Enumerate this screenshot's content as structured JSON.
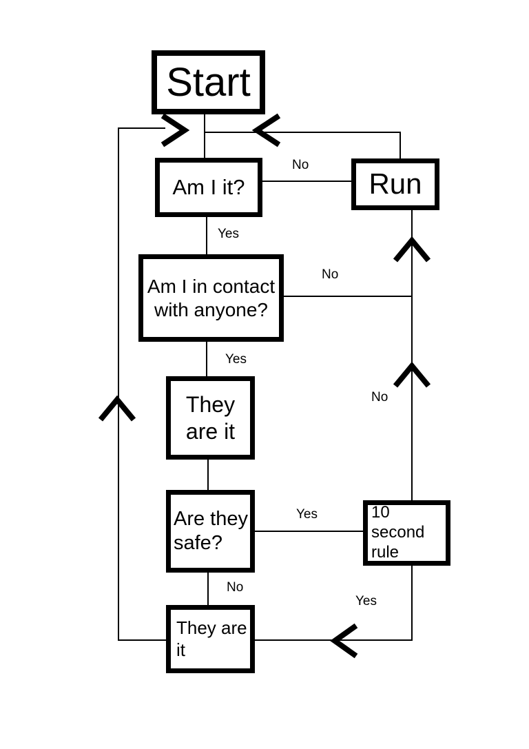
{
  "nodes": {
    "start": {
      "lines": [
        "Start"
      ]
    },
    "am_i_it": {
      "lines": [
        "Am I it?"
      ]
    },
    "run": {
      "lines": [
        "Run"
      ]
    },
    "contact": {
      "lines": [
        "Am I in contact",
        "with anyone?"
      ]
    },
    "they_are_it_1": {
      "lines": [
        "They",
        "are it"
      ]
    },
    "are_they_safe": {
      "lines": [
        "Are they",
        "safe?"
      ]
    },
    "ten_second_rule": {
      "lines": [
        "10 second",
        "rule"
      ]
    },
    "they_are_it_2": {
      "lines": [
        "They are",
        "it"
      ]
    }
  },
  "edges": {
    "am_i_it_to_run": "No",
    "am_i_it_to_contact": "Yes",
    "contact_to_run": "No",
    "contact_to_they_are_it": "Yes",
    "ten_second_to_run": "No",
    "safe_to_ten_second": "Yes",
    "safe_to_they_are_it": "No",
    "ten_second_to_they_are_it": "Yes"
  },
  "colors": {
    "stroke": "#000000",
    "background": "#ffffff"
  }
}
